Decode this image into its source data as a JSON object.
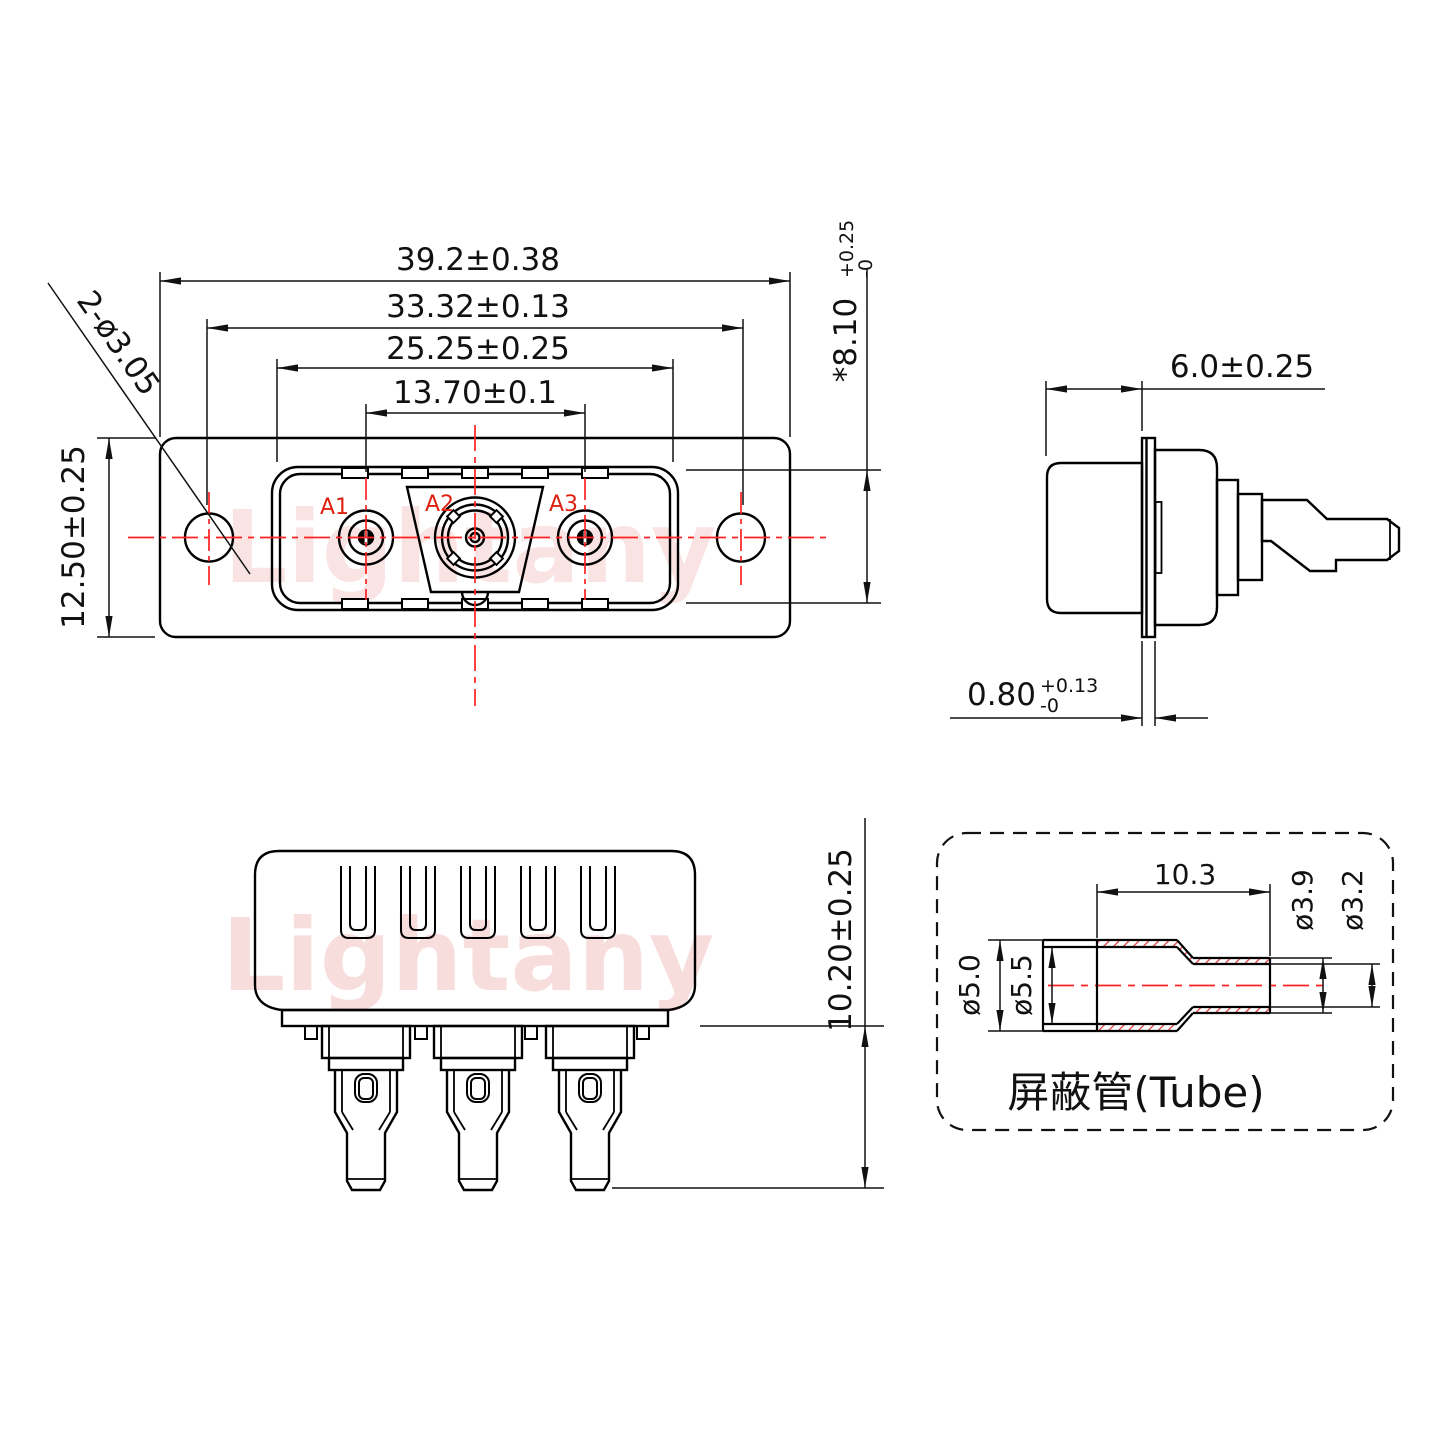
{
  "watermark": {
    "text": "Lightany",
    "color": "#f3bdbd"
  },
  "front_view": {
    "contact_labels": {
      "a1": "A1",
      "a2": "A2",
      "a3": "A3"
    },
    "dims": {
      "total_width": "39.2±0.38",
      "mount_hole_spacing": "33.32±0.13",
      "shell_width": "25.25±0.25",
      "contact_spacing": "13.70±0.1",
      "plate_height": "12.50±0.25",
      "mount_hole_dia": "2-ø3.05",
      "shell_height": {
        "main": "*8.10",
        "plus": "+0.25",
        "minus": "-0"
      }
    }
  },
  "side_view": {
    "dims": {
      "body_depth": "6.0±0.25",
      "flange_thickness": {
        "main": "0.80",
        "plus": "+0.13",
        "minus": "-0"
      }
    }
  },
  "rear_view": {
    "dims": {
      "terminal_length": "10.20±0.25"
    }
  },
  "tube_panel": {
    "title": "屏蔽管(Tube)",
    "dims": {
      "shrink_length": "10.3",
      "small_od": "ø3.9",
      "small_id": "ø3.2",
      "large_od": "ø5.0",
      "large_id": "ø5.5"
    }
  },
  "colors": {
    "line": "#111111",
    "red_accent": "#dd2211",
    "centerline_red": "#ff2222",
    "hatch_red": "#e03333",
    "watermark_pink": "#f3bdbd"
  }
}
